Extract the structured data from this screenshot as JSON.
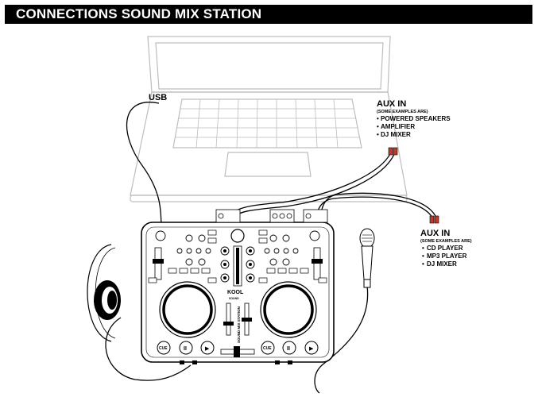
{
  "header": {
    "title": "CONNECTIONS SOUND MIX STATION"
  },
  "labels": {
    "usb": "USB",
    "aux_in_top": {
      "title": "AUX IN",
      "subtitle": "(SOME EXAMPLES ARE)",
      "items": [
        "POWERED SPEAKERS",
        "AMPLIFIER",
        "DJ MIXER"
      ]
    },
    "aux_in_right": {
      "title": "AUX IN",
      "subtitle": "(SOME EXAMPLES ARE)",
      "items": [
        "CD PLAYER",
        "MP3 PLAYER",
        "DJ MIXER"
      ]
    }
  },
  "device": {
    "brand": "KOOL",
    "brand_sub": "SOUND",
    "model": "SOUND MIX STATION",
    "buttons": {
      "cue": "CUE",
      "play_pause": "II",
      "play": "▶"
    }
  },
  "icons": {
    "bullet": "•"
  },
  "colors": {
    "title_bg": "#000000",
    "title_fg": "#ffffff",
    "line": "#000000",
    "laptop_outline": "#bdbdbd",
    "plug_red": "#c0392b"
  }
}
